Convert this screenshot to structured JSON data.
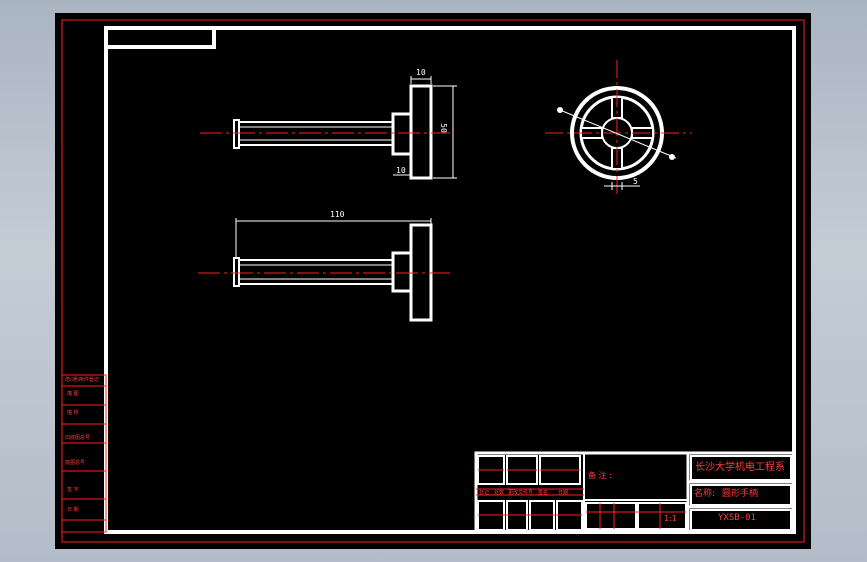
{
  "drawing": {
    "dimensions": {
      "top_width": "10",
      "flange_height": "50",
      "hub_width": "10",
      "shaft_length": "110",
      "ring_small": "5"
    },
    "title_block": {
      "institute": "长沙大学机电工程系",
      "name_label": "名称:",
      "name_value": "圆形手柄",
      "note_label": "备 注 :",
      "scale": "1:1",
      "drawing_no": "YXSB-01"
    },
    "side_table": {
      "rows": [
        "借(通)用件登记",
        "描    图",
        "描    校",
        "旧底图总号",
        "底图总号",
        "签    字",
        "日    期"
      ]
    },
    "grid_labels": [
      "标记",
      "处数",
      "更改文件号",
      "签名",
      "日期"
    ],
    "colors": {
      "paper": "#000000",
      "frame": "#ffffff",
      "accent": "#ff2020"
    }
  }
}
